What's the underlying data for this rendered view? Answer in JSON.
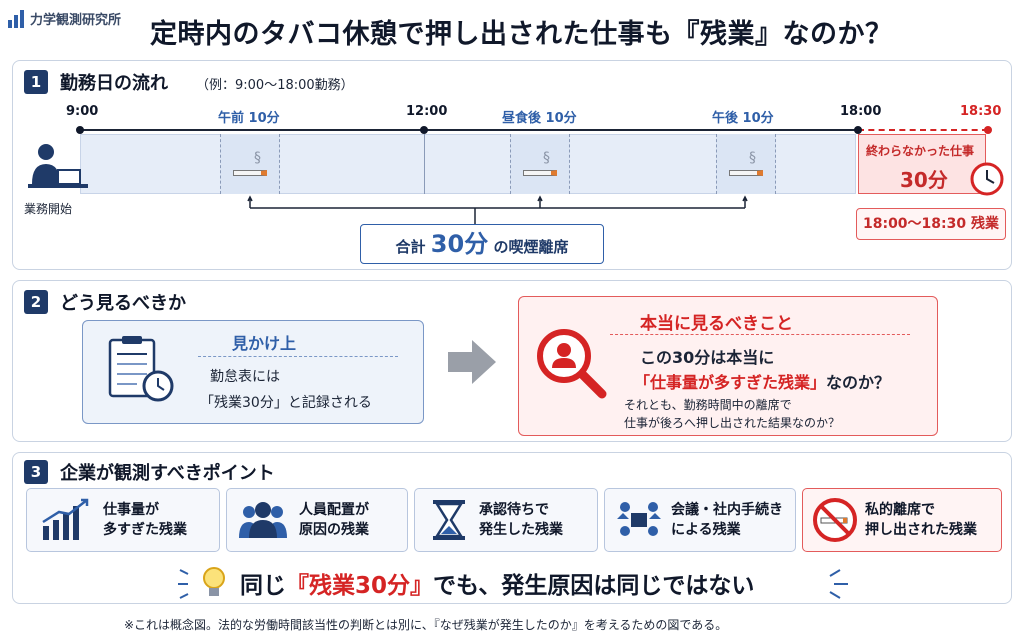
{
  "header": {
    "brand": "力学観測研究所",
    "title": "定時内のタバコ休憩で押し出された仕事も『残業』なのか？"
  },
  "section1": {
    "num": "1",
    "heading": "勤務日の流れ",
    "note": "（例：9:00〜18:00勤務）",
    "ticks": [
      "9:00",
      "12:00",
      "18:00",
      "18:30"
    ],
    "breaks": [
      "午前 10分",
      "昼食後 10分",
      "午後 10分"
    ],
    "start_label": "業務開始",
    "total": {
      "pre": "合計",
      "big": "30分",
      "post": "の喫煙離席"
    },
    "overtime": {
      "label": "終わらなかった仕事",
      "big": "30分",
      "range": "18:00〜18:30 残業"
    }
  },
  "section2": {
    "num": "2",
    "heading": "どう見るべきか",
    "apparent": {
      "title": "見かけ上",
      "line1": "勤怠表には",
      "line2": "「残業30分」と記録される"
    },
    "real": {
      "title": "本当に見るべきこと",
      "q1": "この30分は本当に",
      "q2_red": "「仕事量が多すぎた残業」",
      "q2_rest": "なのか？",
      "s1": "それとも、勤務時間中の離席で",
      "s2": "仕事が後ろへ押し出された結果なのか？"
    }
  },
  "section3": {
    "num": "3",
    "heading": "企業が観測すべきポイント",
    "points": [
      {
        "l1": "仕事量が",
        "l2": "多すぎた残業",
        "icon": "bar-chart-icon"
      },
      {
        "l1": "人員配置が",
        "l2": "原因の残業",
        "icon": "people-icon"
      },
      {
        "l1": "承認待ちで",
        "l2": "発生した残業",
        "icon": "hourglass-icon"
      },
      {
        "l1": "会議・社内手続き",
        "l2": "による残業",
        "icon": "meeting-icon"
      },
      {
        "l1": "私的離席で",
        "l2": "押し出された残業",
        "icon": "no-smoking-icon"
      }
    ],
    "conclusion": {
      "pre": "同じ",
      "red": "『残業30分』",
      "post": "でも、発生原因は同じではない"
    }
  },
  "footnote": "※これは概念図。法的な労働時間該当性の判断とは別に、『なぜ残業が発生したのか』を考えるための図である。",
  "colors": {
    "navy": "#1f3a68",
    "blue": "#2f5fa8",
    "red": "#d52424"
  }
}
